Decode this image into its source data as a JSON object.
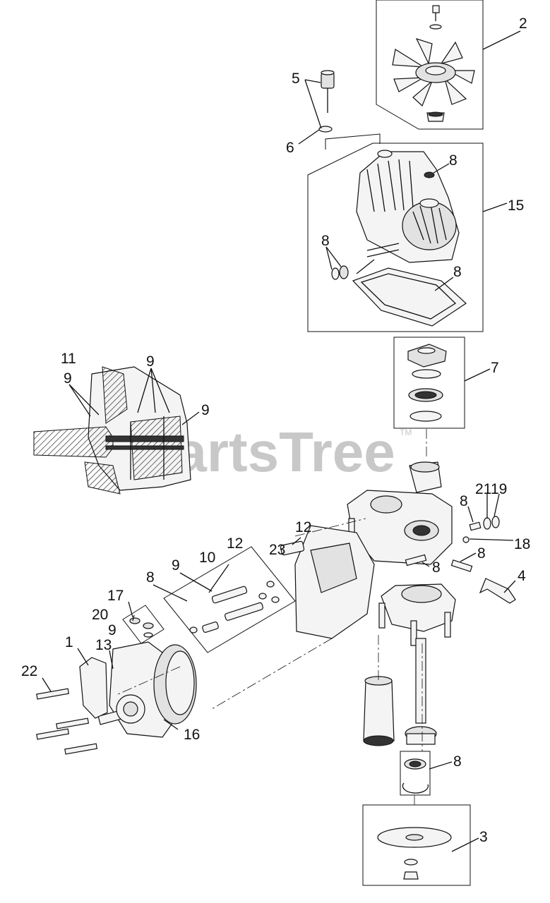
{
  "watermark": {
    "text": "PartsTree",
    "trademark": "TM"
  },
  "callouts": [
    {
      "id": "c2",
      "label": "2"
    },
    {
      "id": "c5",
      "label": "5"
    },
    {
      "id": "c6",
      "label": "6"
    },
    {
      "id": "c8a",
      "label": "8"
    },
    {
      "id": "c15",
      "label": "15"
    },
    {
      "id": "c8b",
      "label": "8"
    },
    {
      "id": "c8c",
      "label": "8"
    },
    {
      "id": "c7",
      "label": "7"
    },
    {
      "id": "c11",
      "label": "11"
    },
    {
      "id": "c9a",
      "label": "9"
    },
    {
      "id": "c9b",
      "label": "9"
    },
    {
      "id": "c9c",
      "label": "9"
    },
    {
      "id": "c8d",
      "label": "8"
    },
    {
      "id": "c21",
      "label": "21"
    },
    {
      "id": "c19",
      "label": "19"
    },
    {
      "id": "c12a",
      "label": "12"
    },
    {
      "id": "c12b",
      "label": "12"
    },
    {
      "id": "c18",
      "label": "18"
    },
    {
      "id": "c8e",
      "label": "8"
    },
    {
      "id": "c23",
      "label": "23"
    },
    {
      "id": "c8f",
      "label": "8"
    },
    {
      "id": "c10",
      "label": "10"
    },
    {
      "id": "c9d",
      "label": "9"
    },
    {
      "id": "c8g",
      "label": "8"
    },
    {
      "id": "c4",
      "label": "4"
    },
    {
      "id": "c17",
      "label": "17"
    },
    {
      "id": "c20",
      "label": "20"
    },
    {
      "id": "c9e",
      "label": "9"
    },
    {
      "id": "c1",
      "label": "1"
    },
    {
      "id": "c13",
      "label": "13"
    },
    {
      "id": "c22",
      "label": "22"
    },
    {
      "id": "c16",
      "label": "16"
    },
    {
      "id": "c8h",
      "label": "8"
    },
    {
      "id": "c3",
      "label": "3"
    }
  ]
}
